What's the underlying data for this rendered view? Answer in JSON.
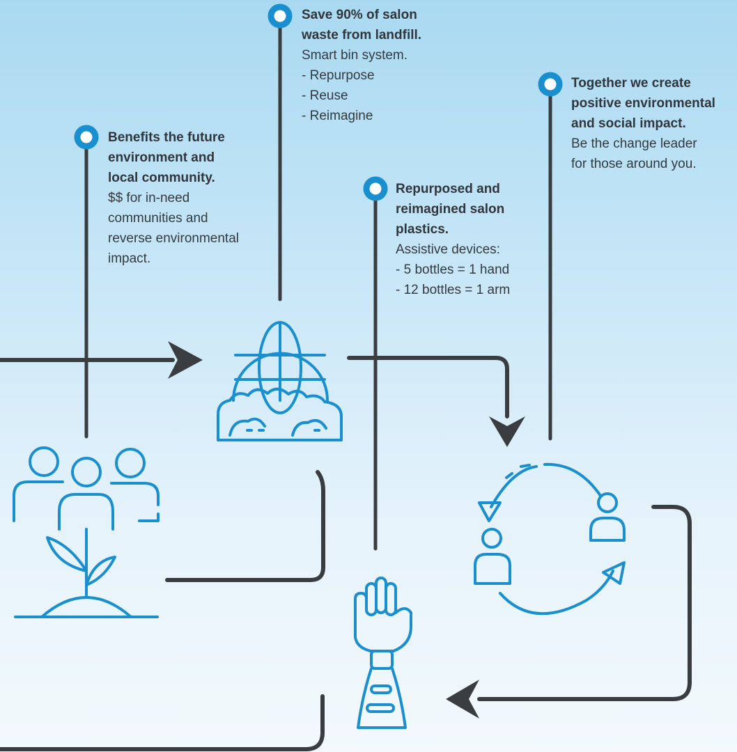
{
  "colors": {
    "accent": "#1a8fd0",
    "icon_stroke": "#1a8fd0",
    "line": "#3a3d40",
    "text": "#333a40"
  },
  "blocks": [
    {
      "title_lines": [
        "Benefits the future",
        "environment and",
        "local community."
      ],
      "body_lines": [
        "$$ for in-need",
        "communities and",
        "reverse environmental",
        "impact."
      ]
    },
    {
      "title_lines": [
        "Save 90% of salon",
        "waste from landfill."
      ],
      "body_lines": [
        "Smart bin system.",
        "- Repurpose",
        "- Reuse",
        "- Reimagine"
      ]
    },
    {
      "title_lines": [
        "Repurposed and",
        "reimagined salon",
        "plastics."
      ],
      "body_lines": [
        "Assistive devices:",
        "- 5 bottles = 1 hand",
        "- 12 bottles = 1 arm"
      ]
    },
    {
      "title_lines": [
        "Together we create",
        "positive environmental",
        "and social impact."
      ],
      "body_lines": [
        "Be the change leader",
        "for those around you."
      ]
    }
  ],
  "icons": [
    "people-plant-icon",
    "globe-bush-icon",
    "prosthetic-hand-icon",
    "people-cycle-icon",
    "marker-ring-icon"
  ]
}
